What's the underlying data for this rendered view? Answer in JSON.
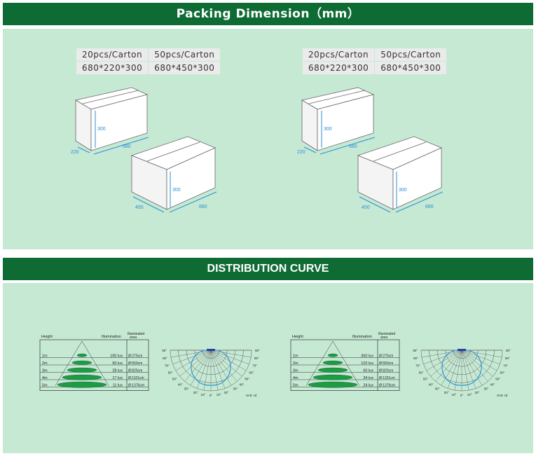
{
  "packing": {
    "title": "Packing Dimension（mm）",
    "tables": [
      {
        "col1": {
          "label": "20pcs/Carton",
          "size": "680*220*300"
        },
        "col2": {
          "label": "50pcs/Carton",
          "size": "680*450*300"
        }
      },
      {
        "col1": {
          "label": "20pcs/Carton",
          "size": "680*220*300"
        },
        "col2": {
          "label": "50pcs/Carton",
          "size": "680*450*300"
        }
      }
    ],
    "small_box": {
      "height": "300",
      "depth": "220",
      "length": "680"
    },
    "large_box": {
      "height": "300",
      "depth": "450",
      "length": "680"
    }
  },
  "distribution": {
    "title": "DISTRIBUTION CURVE",
    "headers": {
      "height": "Height",
      "illumination": "Illumination",
      "area": "Illuminated area"
    },
    "unit": "Unit: cd",
    "angles_left": [
      "90°",
      "80°",
      "70°",
      "60°",
      "50°",
      "40°",
      "30°"
    ],
    "angles_right": [
      "90°",
      "80°",
      "70°",
      "60°",
      "50°",
      "40°",
      "30°"
    ],
    "angles_bottom": [
      "20°",
      "10°",
      "0°",
      "10°",
      "20°"
    ],
    "tables": [
      {
        "rows": [
          {
            "height": "1m",
            "lux": "190 lux",
            "area": "Ø:275cm"
          },
          {
            "height": "2m",
            "lux": "60 lux",
            "area": "Ø:550cm"
          },
          {
            "height": "3m",
            "lux": "28 lux",
            "area": "Ø:825cm"
          },
          {
            "height": "4m",
            "lux": "17 lux",
            "area": "Ø:1101cm"
          },
          {
            "height": "5m",
            "lux": "11 lux",
            "area": "Ø:1376cm"
          }
        ]
      },
      {
        "rows": [
          {
            "height": "1m",
            "lux": "360 lux",
            "area": "Ø:275cm"
          },
          {
            "height": "2m",
            "lux": "120 lux",
            "area": "Ø:550cm"
          },
          {
            "height": "3m",
            "lux": "60 lux",
            "area": "Ø:825cm"
          },
          {
            "height": "4m",
            "lux": "34 lux",
            "area": "Ø:1101cm"
          },
          {
            "height": "5m",
            "lux": "24 lux",
            "area": "Ø:1376cm"
          }
        ]
      }
    ]
  }
}
